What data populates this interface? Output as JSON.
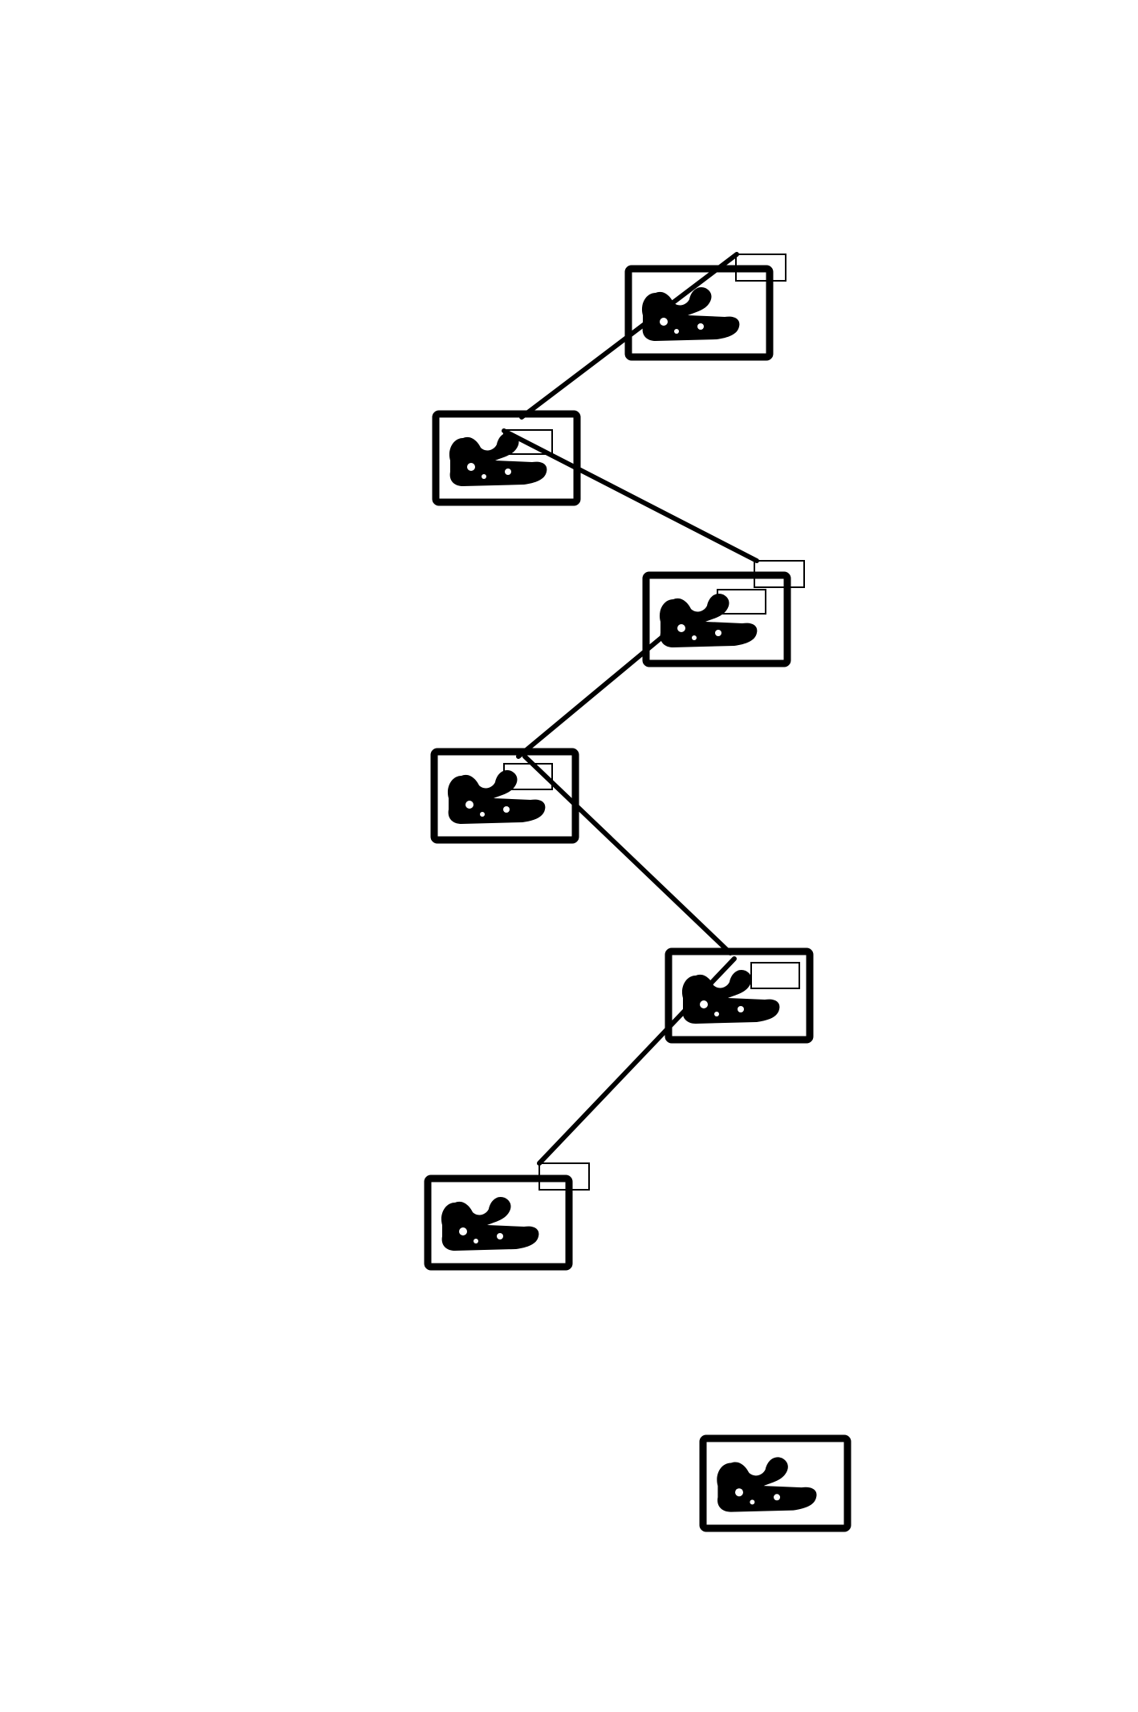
{
  "diagram": {
    "type": "sequence-of-icon-frames",
    "background_color": "#ffffff",
    "ink_color": "#000000",
    "node_count": 7,
    "connected_node_count": 6,
    "nodes": [
      {
        "id": "node-1",
        "icon": "ship-silhouette-icon",
        "has_label_box": true,
        "connected": true
      },
      {
        "id": "node-2",
        "icon": "ship-silhouette-icon",
        "has_label_box": true,
        "connected": true
      },
      {
        "id": "node-3",
        "icon": "ship-silhouette-icon",
        "has_label_box": true,
        "connected": true
      },
      {
        "id": "node-4",
        "icon": "ship-silhouette-icon",
        "has_label_box": true,
        "connected": true
      },
      {
        "id": "node-5",
        "icon": "ship-silhouette-icon",
        "has_label_box": true,
        "connected": true
      },
      {
        "id": "node-6",
        "icon": "ship-silhouette-icon",
        "has_label_box": true,
        "connected": true
      },
      {
        "id": "node-7",
        "icon": "ship-silhouette-icon",
        "has_label_box": false,
        "connected": false
      }
    ],
    "edges": [
      {
        "from": "node-1",
        "to": "node-2"
      },
      {
        "from": "node-2",
        "to": "node-3"
      },
      {
        "from": "node-3",
        "to": "node-4"
      },
      {
        "from": "node-4",
        "to": "node-5"
      },
      {
        "from": "node-5",
        "to": "node-6"
      }
    ]
  }
}
